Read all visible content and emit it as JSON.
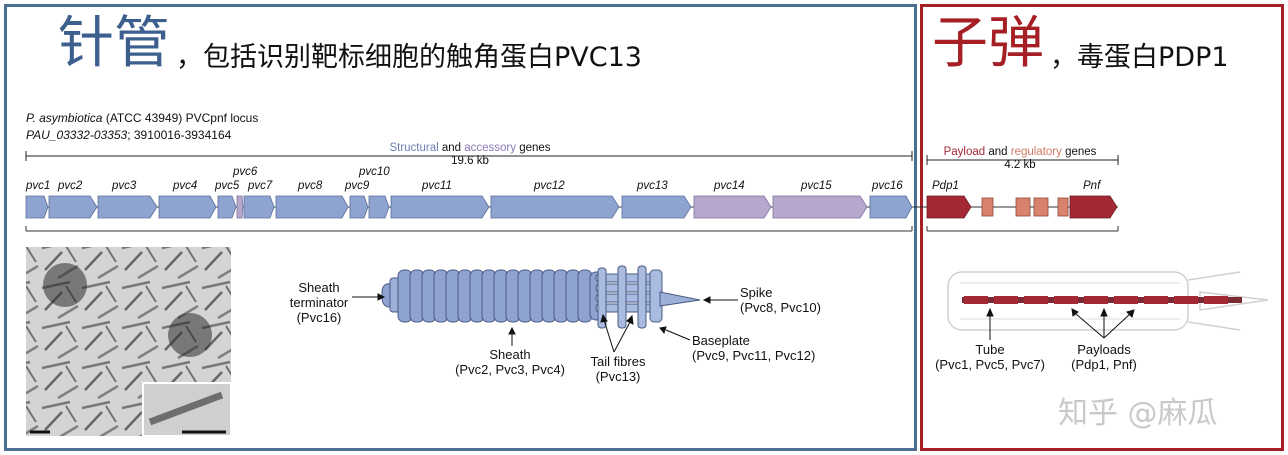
{
  "left": {
    "title_big": "针管",
    "title_rest": "，包括识别靶标细胞的触角蛋白PVC13",
    "locus_line1_species": "P. asymbiotica",
    "locus_line1_rest": " (ATCC 43949) PVCpnf locus",
    "locus_line2_ids": "PAU_03332-03353",
    "locus_line2_rest": "; 3910016-3934164",
    "span_structural": "Structural",
    "span_and": " and ",
    "span_accessory": "accessory",
    "span_genes": " genes",
    "span_size": "19.6 kb",
    "genes": [
      "pvc1",
      "pvc2",
      "pvc3",
      "pvc4",
      "pvc5",
      "pvc6",
      "pvc7",
      "pvc8",
      "pvc9",
      "pvc10",
      "pvc11",
      "pvc12",
      "pvc13",
      "pvc14",
      "pvc15",
      "pvc16"
    ],
    "sheath_terminator": [
      "Sheath",
      "terminator",
      "(Pvc16)"
    ],
    "sheath": [
      "Sheath",
      "(Pvc2, Pvc3, Pvc4)"
    ],
    "tail_fibres": [
      "Tail fibres",
      "(Pvc13)"
    ],
    "spike": [
      "Spike",
      "(Pvc8, Pvc10)"
    ],
    "baseplate": [
      "Baseplate",
      "(Pvc9, Pvc11, Pvc12)"
    ]
  },
  "right": {
    "title_big": "子弹",
    "title_rest": "，毒蛋白PDP1",
    "span_payload": "Payload",
    "span_and": " and ",
    "span_regulatory": "regulatory",
    "span_genes": " genes",
    "span_size": "4.2 kb",
    "genes": [
      "Pdp1",
      "Pnf"
    ],
    "tube": [
      "Tube",
      "(Pvc1, Pvc5, Pvc7)"
    ],
    "payloads": [
      "Payloads",
      "(Pdp1, Pnf)"
    ],
    "watermark": "知乎 @麻瓜"
  },
  "colors": {
    "structural": "#8ea3cf",
    "accessory": "#b5a8cc",
    "payload": "#a32a35",
    "regulatory": "#d9826d",
    "left_border": "#4a6f91",
    "right_border": "#a51f24"
  }
}
